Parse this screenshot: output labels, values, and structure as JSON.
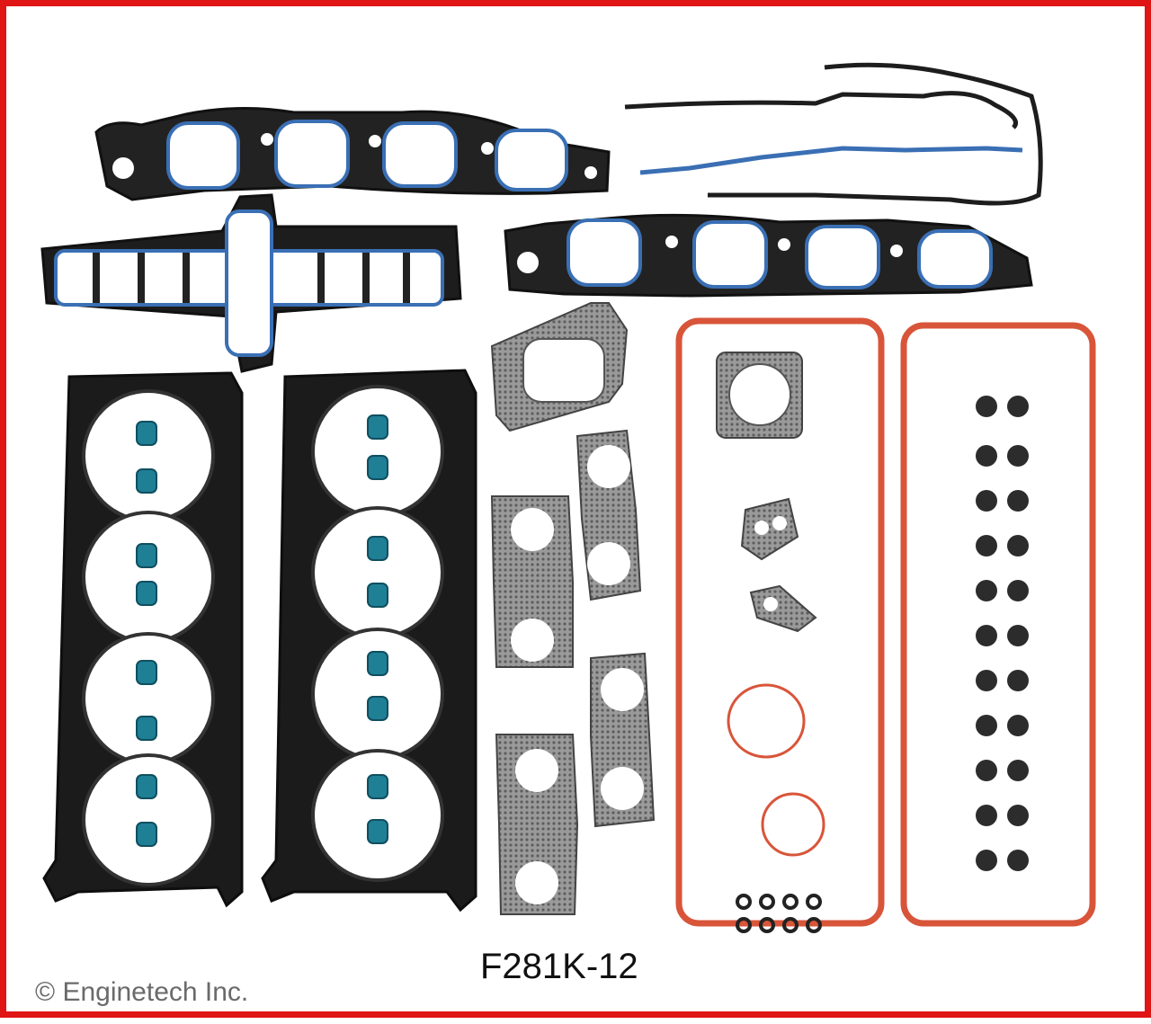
{
  "photo": {
    "subject": "engine head gasket kit laid out on white background",
    "border_color": "#e01515",
    "gasket_black": "#1d1d1d",
    "gasket_blue": "#3a6fb4",
    "gasket_orange": "#d8553a",
    "seal_teal": "#1f7f95",
    "graphite_gray": "#8a8a8a"
  },
  "caption": {
    "copyright": "© Enginetech Inc.",
    "part_number": "F281K-12"
  }
}
